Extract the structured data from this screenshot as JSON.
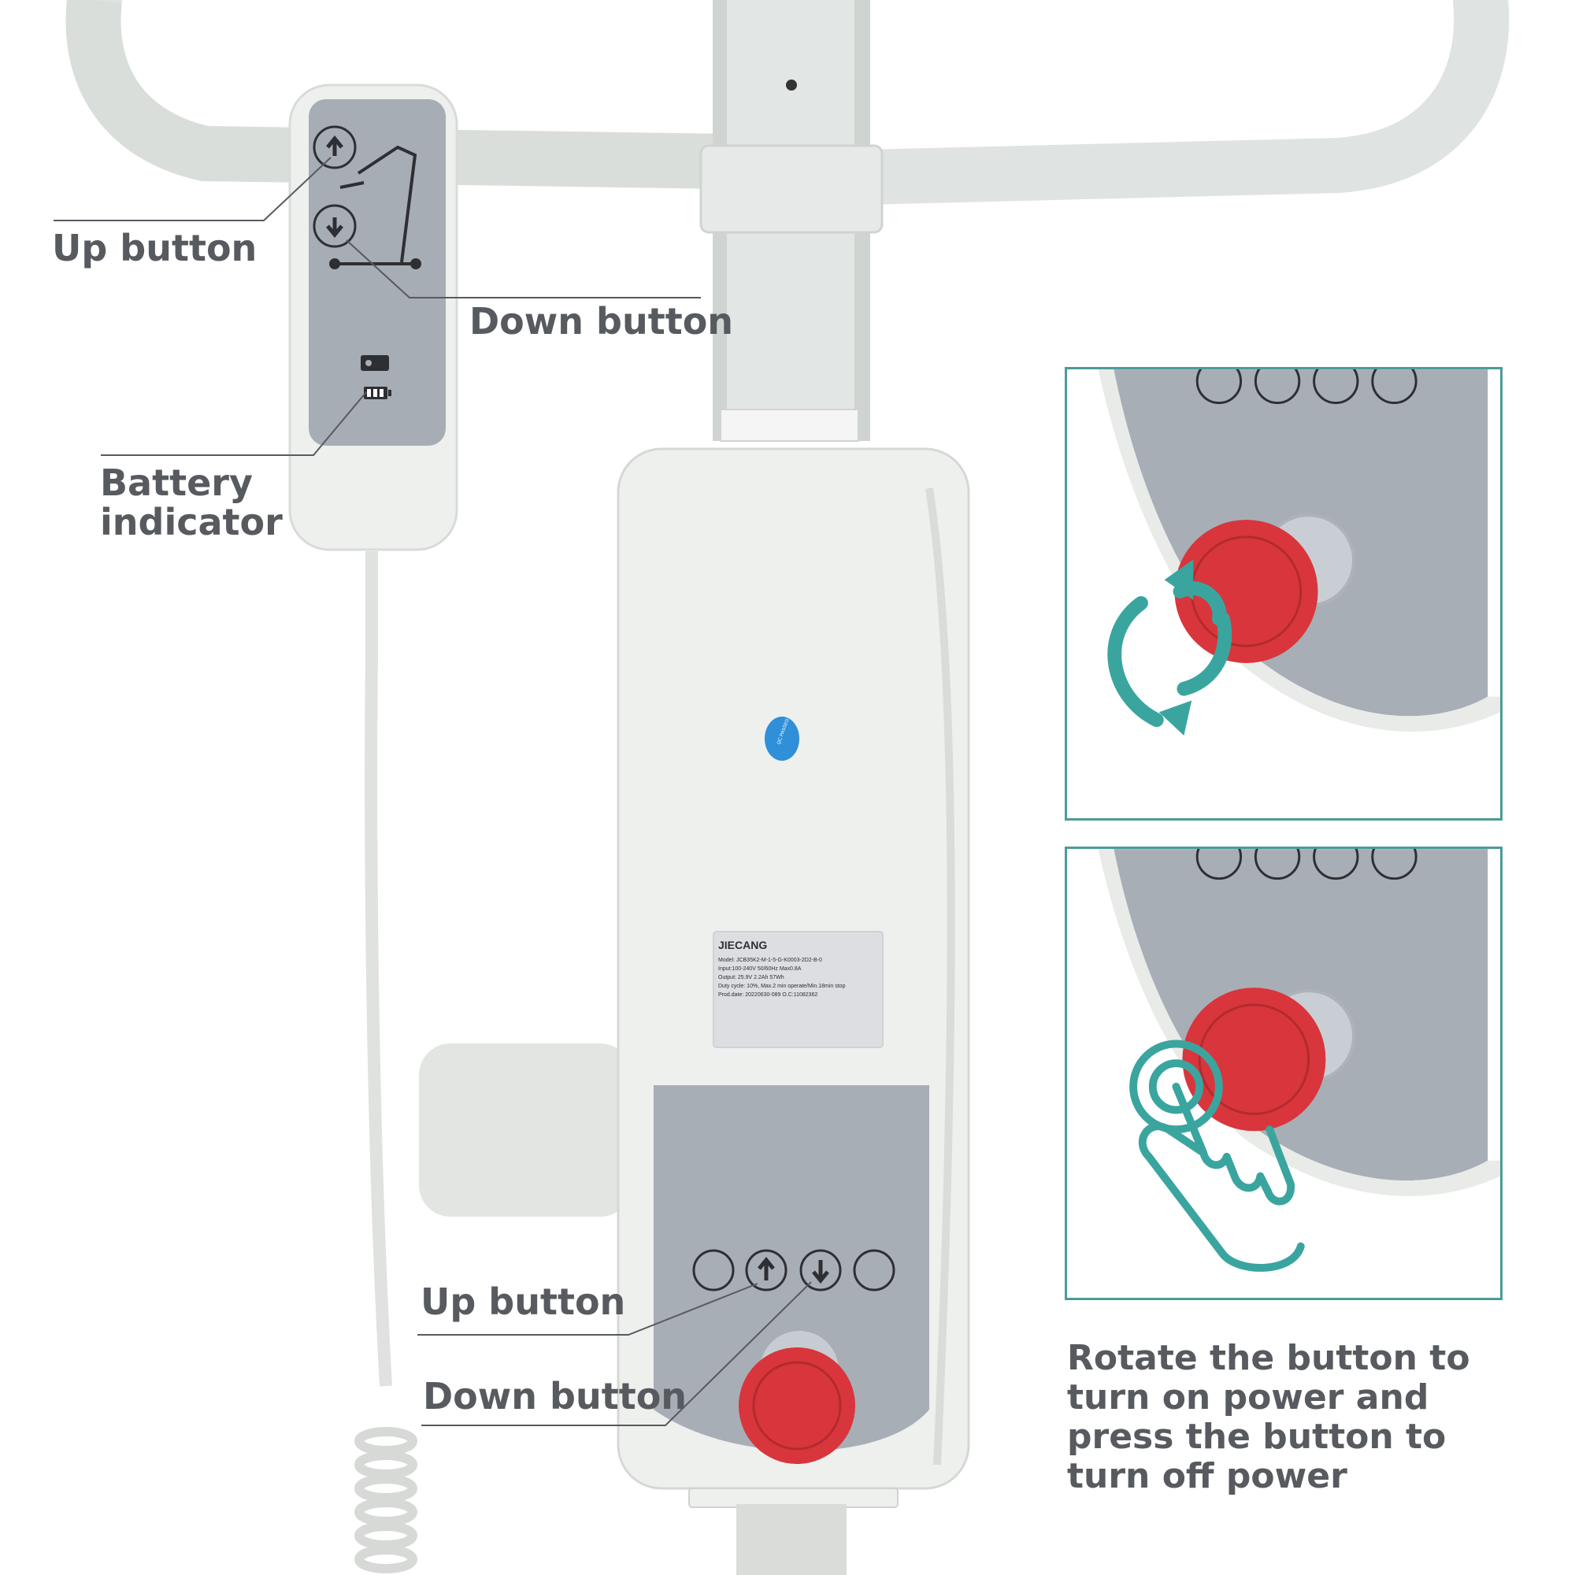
{
  "remote_labels": {
    "up_button": "Up button",
    "down_button": "Down button",
    "battery_indicator_line1": "Battery",
    "battery_indicator_line2": "indicator"
  },
  "actuator_labels": {
    "up_button": "Up button",
    "down_button": "Down button"
  },
  "device_label": {
    "brand": "JIECANG",
    "model": "Model: JCB35K2-M-1-5-G-K0003-2D2-B-0",
    "input": "Input:100-240V 50/60Hz Max0.8A",
    "output": "Output: 25.9V 2.2Ah 57Wh",
    "duty_cycle": "Duty cycle: 10%, Max.2 min operate/Min.18min stop",
    "prod_date": "Prod.date:    20220630-089      O.C:11082362"
  },
  "qc_sticker": "QC PASSED",
  "caption_lines": [
    "Rotate the button to",
    "turn on power and",
    "press the button to",
    "turn off power"
  ],
  "colors": {
    "text": "#575a5f",
    "accent_teal": "#3aa59f",
    "emergency_red": "#d8363c",
    "panel_grey": "#a7adb5"
  }
}
